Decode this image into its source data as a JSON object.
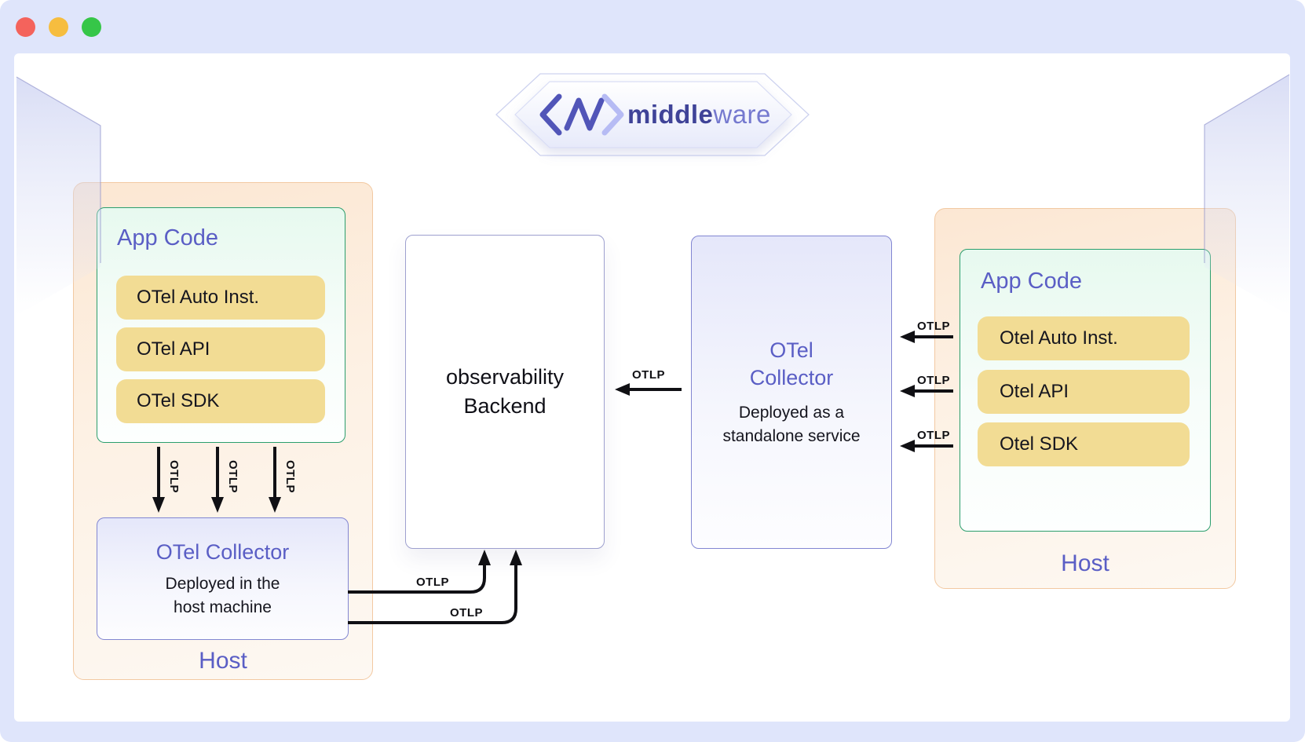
{
  "window": {
    "close": "close",
    "minimize": "minimize",
    "maximize": "maximize"
  },
  "brand": {
    "name_bold": "middle",
    "name_light": "ware"
  },
  "labels": {
    "otlp": "OTLP"
  },
  "left_host": {
    "label": "Host",
    "app_code": {
      "title": "App Code",
      "chips": [
        "OTel Auto Inst.",
        "OTel API",
        "OTel SDK"
      ]
    },
    "collector": {
      "title": "OTel Collector",
      "subtitle1": "Deployed in the",
      "subtitle2": "host machine"
    }
  },
  "backend": {
    "line1": "observability",
    "line2": "Backend"
  },
  "standalone_collector": {
    "title1": "OTel",
    "title2": "Collector",
    "subtitle1": "Deployed as a",
    "subtitle2": "standalone service"
  },
  "right_host": {
    "label": "Host",
    "app_code": {
      "title": "App Code",
      "chips": [
        "Otel Auto Inst.",
        "Otel API",
        "Otel SDK"
      ]
    }
  },
  "colors": {
    "accent_purple": "#5a5ec5",
    "green_border": "#2b9e6d",
    "yellow_chip": "#f2dc94",
    "orange_border": "#f2c9a2",
    "purple_border": "#8286d2",
    "arrow": "#101014",
    "window_frame": "#dfe5fb"
  }
}
